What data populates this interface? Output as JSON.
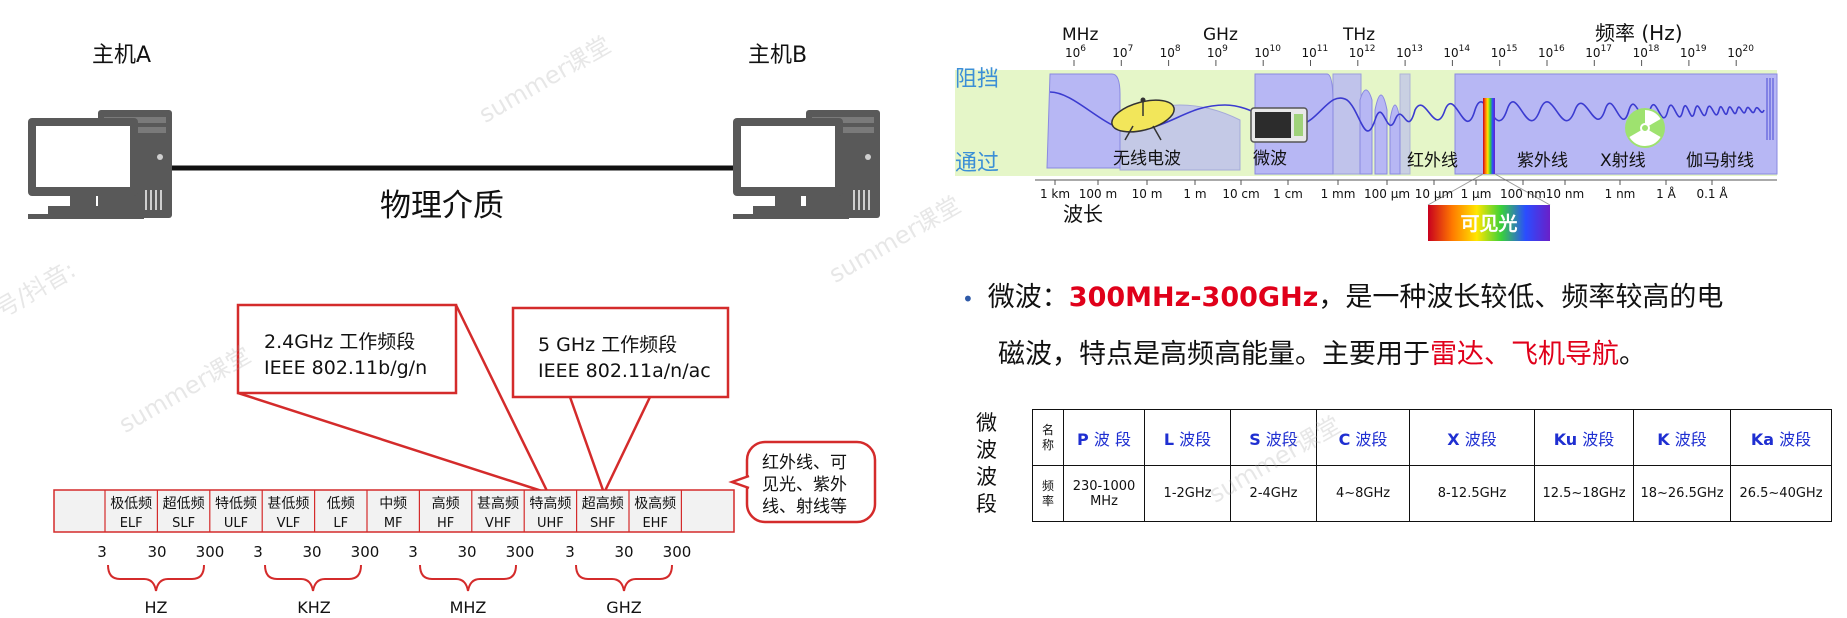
{
  "network": {
    "host_a": "主机A",
    "host_b": "主机B",
    "medium": "物理介质"
  },
  "spectrum": {
    "freq_units": [
      "MHz",
      "GHz",
      "THz"
    ],
    "freq_axis_label": "频率 (Hz)",
    "freq_ticks": [
      {
        "base": "10",
        "exp": "6"
      },
      {
        "base": "10",
        "exp": "7"
      },
      {
        "base": "10",
        "exp": "8"
      },
      {
        "base": "10",
        "exp": "9"
      },
      {
        "base": "10",
        "exp": "10"
      },
      {
        "base": "10",
        "exp": "11"
      },
      {
        "base": "10",
        "exp": "12"
      },
      {
        "base": "10",
        "exp": "13"
      },
      {
        "base": "10",
        "exp": "14"
      },
      {
        "base": "10",
        "exp": "15"
      },
      {
        "base": "10",
        "exp": "16"
      },
      {
        "base": "10",
        "exp": "17"
      },
      {
        "base": "10",
        "exp": "18"
      },
      {
        "base": "10",
        "exp": "19"
      },
      {
        "base": "10",
        "exp": "20"
      }
    ],
    "block_label": "阻挡",
    "pass_label": "通过",
    "bands": [
      "无线电波",
      "微波",
      "红外线",
      "紫外线",
      "X射线",
      "伽马射线"
    ],
    "wavelength_ticks": [
      "1 km",
      "100 m",
      "10 m",
      "1 m",
      "10 cm",
      "1 cm",
      "1 mm",
      "100 μm",
      "10 μm",
      "1 μm",
      "100 nm",
      "10 nm",
      "1 nm",
      "1 Å",
      "0.1 Å"
    ],
    "wavelength_label": "波长",
    "visible_label": "可见光"
  },
  "microwave": {
    "bullet": "•",
    "prefix": "微波：",
    "range": "300MHz-300GHz",
    "middle": "，是一种波长较低、频率较高的电",
    "line2": "磁波，特点是高频高能量。主要用于",
    "uses": "雷达、飞机导航",
    "end": "。"
  },
  "table": {
    "side_title": [
      "微",
      "波",
      "波",
      "段"
    ],
    "name_label": [
      "名",
      "称"
    ],
    "freq_label": [
      "频",
      "率"
    ],
    "bands": [
      {
        "letter": "P",
        "suffix": " 波 段",
        "freq": "230-1000",
        "freq2": "MHz"
      },
      {
        "letter": "L",
        "suffix": " 波段",
        "freq": "1-2GHz",
        "freq2": ""
      },
      {
        "letter": "S",
        "suffix": " 波段",
        "freq": "2-4GHz",
        "freq2": ""
      },
      {
        "letter": "C",
        "suffix": " 波段",
        "freq": "4~8GHz",
        "freq2": ""
      },
      {
        "letter": "X",
        "suffix": " 波段",
        "freq": "8-12.5GHz",
        "freq2": ""
      },
      {
        "letter": "Ku",
        "suffix": " 波段",
        "freq": "12.5~18GHz",
        "freq2": ""
      },
      {
        "letter": "K",
        "suffix": " 波段",
        "freq": "18~26.5GHz",
        "freq2": ""
      },
      {
        "letter": "Ka",
        "suffix": " 波段",
        "freq": "26.5~40GHz",
        "freq2": ""
      }
    ]
  },
  "wifi": {
    "callout1": {
      "line1": "2.4GHz 工作频段",
      "line2": "IEEE 802.11b/g/n"
    },
    "callout2": {
      "line1": "5 GHz 工作频段",
      "line2": "IEEE 802.11a/n/ac"
    },
    "callout3": [
      "红外线、可",
      "见光、紫外",
      "线、射线等"
    ],
    "bands": [
      {
        "cn": "极低频",
        "en": "ELF"
      },
      {
        "cn": "超低频",
        "en": "SLF"
      },
      {
        "cn": "特低频",
        "en": "ULF"
      },
      {
        "cn": "甚低频",
        "en": "VLF"
      },
      {
        "cn": "低频",
        "en": "LF"
      },
      {
        "cn": "中频",
        "en": "MF"
      },
      {
        "cn": "高频",
        "en": "HF"
      },
      {
        "cn": "甚高频",
        "en": "VHF"
      },
      {
        "cn": "特高频",
        "en": "UHF"
      },
      {
        "cn": "超高频",
        "en": "SHF"
      },
      {
        "cn": "极高频",
        "en": "EHF"
      }
    ],
    "scale_numbers": [
      "3",
      "30",
      "300",
      "3",
      "30",
      "300",
      "3",
      "30",
      "300",
      "3",
      "30",
      "300"
    ],
    "units": [
      "HZ",
      "KHZ",
      "MHZ",
      "GHZ"
    ]
  },
  "watermark": "summer课堂",
  "watermark_edge": "号/抖音:",
  "colors": {
    "red": "#d42b2b",
    "blue_text": "#1f2fd1",
    "spectrum_fill": "#b7b7f4",
    "pass_band": "#e5f6c8"
  }
}
